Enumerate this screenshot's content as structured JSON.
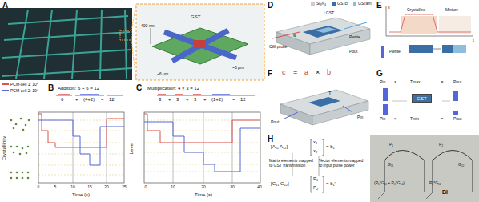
{
  "diagram": {
    "nodes": [
      {
        "text": [
          "GST"
        ]
      }
    ],
    "labels": [
      "A",
      "GST",
      "400 nm",
      "~6 µm",
      "~6 µm",
      "B",
      "Addition: 6 + 6 = 12",
      "6",
      "+",
      "(4+2)",
      "=",
      "12",
      "0",
      "5",
      "10",
      "15",
      "20",
      "25",
      "Time (s)",
      "Crystallinity",
      "Level",
      "C",
      "Multiplication: 4 × 3 = 12",
      "3",
      "+",
      "3",
      "+",
      "3",
      "+",
      "(1+2)",
      "=",
      "12",
      "0",
      "10",
      "20",
      "30",
      "40",
      "Time (s)",
      "D",
      "Si₃N₄",
      "GSTcr",
      "GSTam",
      "LGST",
      "w",
      "Pwrite",
      "CW probe",
      "Pout",
      "E",
      "T",
      "Crystalline",
      "Mixture",
      "t",
      "Pwrite",
      "F",
      "c",
      "=",
      "a",
      "×",
      "b",
      "T",
      "Pout",
      "Pin",
      "G",
      "Pin",
      "×",
      "Tmax",
      "=",
      "Pout",
      "Pin",
      "×",
      "Tmin",
      "=",
      "Pout",
      "H",
      "[A₁₁  A₁₂]",
      "x₁",
      "x₂",
      "= b₁",
      "Matrix elements mapped to GST transmission",
      "Vector elements mapped to input pulse power",
      "[G₁₁  G₁₂]",
      "P₁",
      "P₂",
      "= b₁′",
      "P₁",
      "G₁₁",
      "P₂",
      "G₁₂",
      "(P₁*G₁₁ + P₂*G₁₂)",
      "P₂*G₁₂",
      "BI"
    ],
    "legend": [
      {
        "text": "PCM-cell 1: 10⁰",
        "color": "#d9534f"
      },
      {
        "text": "PCM-cell 2: 10¹",
        "color": "#5566d8"
      }
    ]
  }
}
